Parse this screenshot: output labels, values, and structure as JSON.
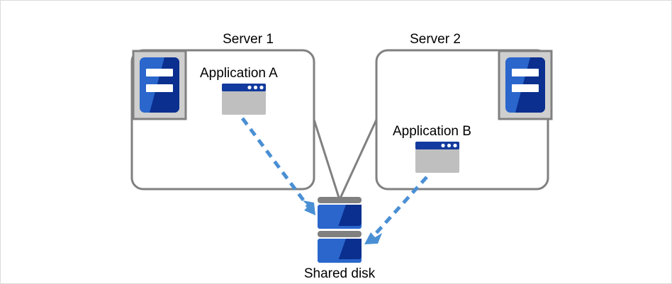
{
  "diagram": {
    "title": "",
    "type": "cluster-shared-disk-diagram",
    "colors": {
      "canvas_background": "#ffffff",
      "canvas_border": "#dcdcdc",
      "box_outline": "#808080",
      "connector_line": "#808080",
      "arrow_blue": "#4a8fd4",
      "icon_blue_light": "#2a66cc",
      "icon_blue_dark": "#0a2f8f",
      "icon_frame_gray": "#cfcfcf",
      "icon_frame_border": "#808080",
      "window_titlebar": "#133a9e",
      "window_body": "#bfbfbf",
      "disk_bar_gray": "#808080",
      "text": "#000000"
    },
    "nodes": [
      {
        "id": "server-1",
        "label": "Server 1",
        "icon": "server-icon",
        "app": {
          "label": "Application A",
          "icon": "application-window-icon"
        }
      },
      {
        "id": "server-2",
        "label": "Server 2",
        "icon": "server-icon",
        "app": {
          "label": "Application B",
          "icon": "application-window-icon"
        }
      }
    ],
    "storage": {
      "id": "shared-disk",
      "label": "Shared disk",
      "icon": "disk-stack-icon",
      "platters": 2
    },
    "connections": [
      {
        "id": "server1-to-disk",
        "from": "server-1",
        "to": "shared-disk",
        "style": "solid",
        "color": "#808080",
        "arrow": false
      },
      {
        "id": "server2-to-disk",
        "from": "server-2",
        "to": "shared-disk",
        "style": "solid",
        "color": "#808080",
        "arrow": false
      },
      {
        "id": "appA-to-disk",
        "from": "application-a",
        "to": "shared-disk",
        "style": "dashed",
        "color": "#4a8fd4",
        "arrow": true
      },
      {
        "id": "appB-to-disk",
        "from": "application-b",
        "to": "shared-disk",
        "style": "dashed",
        "color": "#4a8fd4",
        "arrow": true
      }
    ]
  }
}
